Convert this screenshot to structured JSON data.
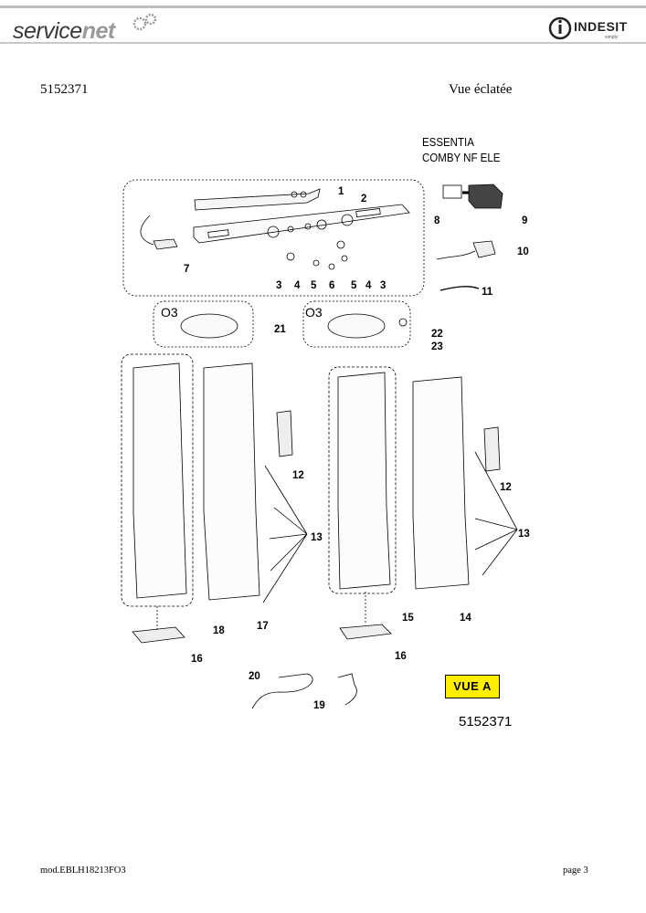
{
  "header": {
    "logo_left_a": "service",
    "logo_left_b": "net",
    "logo_right": "INDESIT",
    "logo_right_sub": "simply"
  },
  "doc": {
    "part_number": "5152371",
    "view_title": "Vue éclatée",
    "model_line1": "ESSENTIA",
    "model_line2": "COMBY NF ELE",
    "view_badge": "VUE A",
    "badge_code": "5152371"
  },
  "callouts": [
    "1",
    "2",
    "3",
    "4",
    "5",
    "6",
    "5",
    "4",
    "3",
    "7",
    "8",
    "9",
    "10",
    "11",
    "21",
    "22",
    "23",
    "12",
    "13",
    "12",
    "13",
    "18",
    "17",
    "15",
    "14",
    "16",
    "16",
    "20",
    "19"
  ],
  "inset_marks": [
    "O3",
    "O3"
  ],
  "footer": {
    "model_code": "mod.EBLH18213FO3",
    "page": "page 3"
  },
  "colors": {
    "badge_yellow": "#ffee00",
    "rule_gray": "#bdbdbd"
  }
}
